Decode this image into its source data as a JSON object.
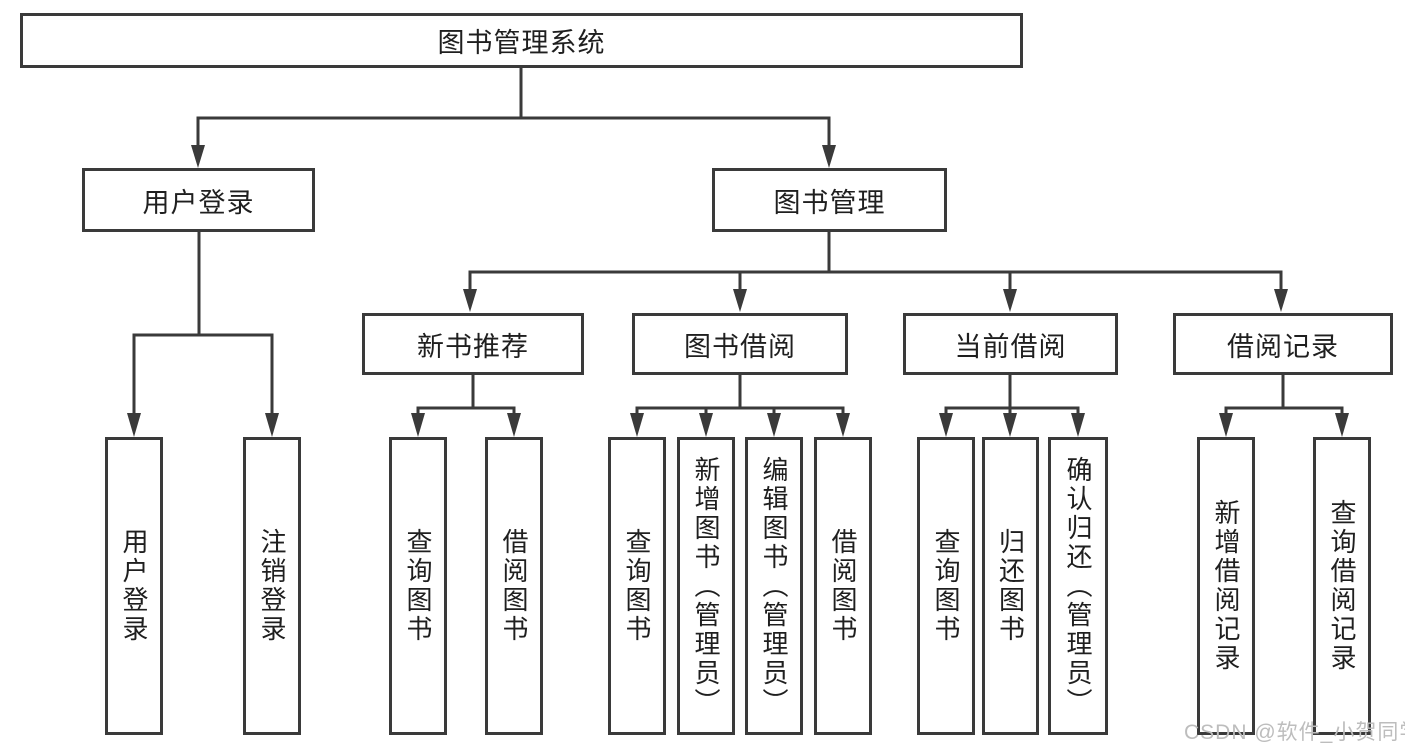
{
  "diagram": {
    "title": "图书管理系统",
    "nodes": {
      "root": {
        "label": "图书管理系统"
      },
      "user_login": {
        "label": "用户登录"
      },
      "book_mgmt": {
        "label": "图书管理"
      },
      "new_book_rec": {
        "label": "新书推荐"
      },
      "book_borrow": {
        "label": "图书借阅"
      },
      "current_borrow": {
        "label": "当前借阅"
      },
      "borrow_records": {
        "label": "借阅记录"
      },
      "leaves": {
        "user_login_leaf": {
          "label": "用户登录"
        },
        "logout_leaf": {
          "label": "注销登录"
        },
        "rec_query_books": {
          "label": "查询图书"
        },
        "rec_borrow_books": {
          "label": "借阅图书"
        },
        "bor_query_books": {
          "label": "查询图书"
        },
        "bor_add_books": {
          "label": "新增图书（管理员）"
        },
        "bor_edit_books": {
          "label": "编辑图书（管理员）"
        },
        "bor_borrow_books": {
          "label": "借阅图书"
        },
        "cur_query_books": {
          "label": "查询图书"
        },
        "cur_return_books": {
          "label": "归还图书"
        },
        "cur_confirm_return": {
          "label": "确认归还（管理员）"
        },
        "rcd_add_record": {
          "label": "新增借阅记录"
        },
        "rcd_query_record": {
          "label": "查询借阅记录"
        }
      }
    },
    "colors": {
      "line": "#3a3a3a",
      "text": "#1f1f1f",
      "watermark": "#bdbdbd",
      "background": "#ffffff"
    }
  },
  "watermark": {
    "text": "CSDN @软件_小贺同学"
  }
}
